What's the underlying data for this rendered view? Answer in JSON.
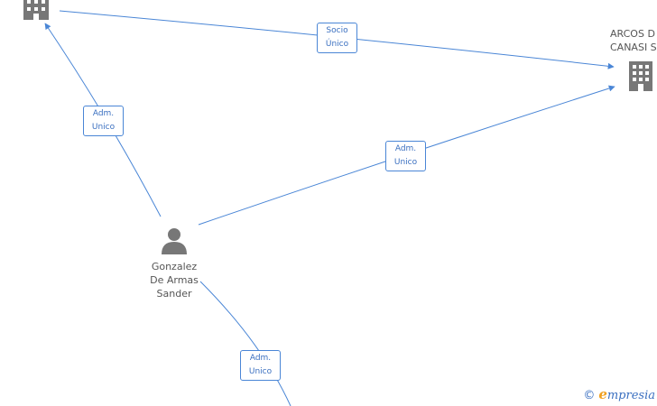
{
  "colors": {
    "edge": "#4a86d6",
    "icon": "#777777",
    "label_text": "#3a6fc0"
  },
  "nodes": {
    "company_top": {
      "icon": "building-icon"
    },
    "arcos": {
      "icon": "building-icon",
      "name_line1": "ARCOS D",
      "name_line2": "CANASI S"
    },
    "person": {
      "icon": "person-icon",
      "name_line1": "Gonzalez",
      "name_line2": "De Armas",
      "name_line3": "Sander"
    }
  },
  "edges": {
    "socio": {
      "line1": "Socio",
      "line2": "Único"
    },
    "adm_top": {
      "line1": "Adm.",
      "line2": "Unico"
    },
    "adm_arcos": {
      "line1": "Adm.",
      "line2": "Unico"
    },
    "adm_bottom": {
      "line1": "Adm.",
      "line2": "Unico"
    }
  },
  "watermark": {
    "copyright": "©",
    "brand_initial": "e",
    "brand_rest": "mpresia"
  }
}
